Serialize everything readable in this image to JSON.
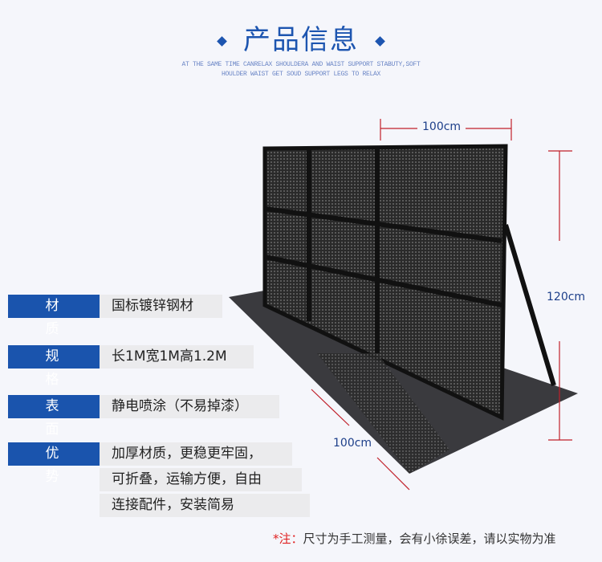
{
  "header": {
    "title": "产品信息",
    "subtitle_line1": "AT THE SAME TIME CANRELAX SHOULDERA AND WAIST SUPPORT STABUTY,SOFT",
    "subtitle_line2": "HOULDER WAIST GET SOUD SUPPORT LEGS TO RELAX"
  },
  "specs": [
    {
      "label": "材 质",
      "value": "国标镀锌钢材"
    },
    {
      "label": "规 格",
      "value": "长1M宽1M高1.2M"
    },
    {
      "label": "表 面",
      "value": "静电喷涂（不易掉漆）"
    },
    {
      "label": "优 势",
      "lines": [
        "加厚材质，更稳更牢固，",
        "可折叠，运输方便，自由",
        "连接配件，安装简易"
      ]
    }
  ],
  "dimensions": {
    "top_width": "100cm",
    "height": "120cm",
    "base_width": "100cm"
  },
  "note": {
    "marker": "*注：",
    "text": "尺寸为手工测量，会有小徐误差，请以实物为准"
  },
  "colors": {
    "accent": "#1a54ad",
    "value_bg": "#ebebed",
    "red": "#e02020"
  }
}
